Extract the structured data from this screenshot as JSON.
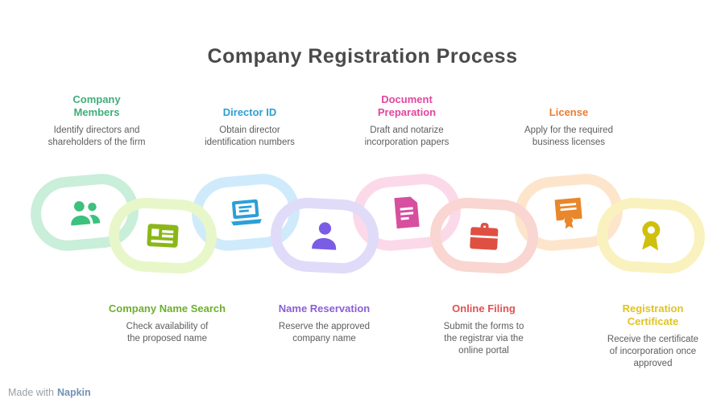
{
  "title": "Company Registration Process",
  "footer": {
    "prefix": "Made with",
    "brand": "Napkin"
  },
  "top_labels": [
    {
      "heading": [
        "Company",
        "Members"
      ],
      "desc": [
        "Identify directors and",
        "shareholders of the firm"
      ],
      "color": "#3fae7a"
    },
    {
      "heading": [
        "Director ID"
      ],
      "desc": [
        "Obtain director",
        "identification numbers"
      ],
      "color": "#2f9fd0"
    },
    {
      "heading": [
        "Document",
        "Preparation"
      ],
      "desc": [
        "Draft and notarize",
        "incorporation papers"
      ],
      "color": "#e3459e"
    },
    {
      "heading": [
        "License"
      ],
      "desc": [
        "Apply for the required",
        "business licenses"
      ],
      "color": "#ed7d31"
    }
  ],
  "bottom_labels": [
    {
      "heading": [
        "Company Name Search"
      ],
      "desc": [
        "Check availability of",
        "the proposed name"
      ],
      "color": "#6fae2f"
    },
    {
      "heading": [
        "Name Reservation"
      ],
      "desc": [
        "Reserve the approved",
        "company name"
      ],
      "color": "#8a5fd6"
    },
    {
      "heading": [
        "Online Filing"
      ],
      "desc": [
        "Submit the forms to",
        "the registrar via the",
        "online portal"
      ],
      "color": "#e05252"
    },
    {
      "heading": [
        "Registration",
        "Certificate"
      ],
      "desc": [
        "Receive the certificate",
        "of incorporation once",
        "approved"
      ],
      "color": "#e0c322"
    }
  ],
  "chain": {
    "links": [
      {
        "icon": "members-icon",
        "ring_color": "#c9eed9",
        "icon_color": "#3cc17e"
      },
      {
        "icon": "id-card-icon",
        "ring_color": "#e8f7c9",
        "icon_color": "#8ab717"
      },
      {
        "icon": "laptop-icon",
        "ring_color": "#cfebfb",
        "icon_color": "#2b9fd9"
      },
      {
        "icon": "person-icon",
        "ring_color": "#e0dbf8",
        "icon_color": "#7b5ce5"
      },
      {
        "icon": "form-icon",
        "ring_color": "#fcd9e9",
        "icon_color": "#d74f9f"
      },
      {
        "icon": "briefcase-icon",
        "ring_color": "#f9d6d1",
        "icon_color": "#df5043"
      },
      {
        "icon": "certificate-icon",
        "ring_color": "#fde5cc",
        "icon_color": "#e8872b"
      },
      {
        "icon": "award-icon",
        "ring_color": "#f9f2bf",
        "icon_color": "#cfc00d"
      }
    ]
  }
}
